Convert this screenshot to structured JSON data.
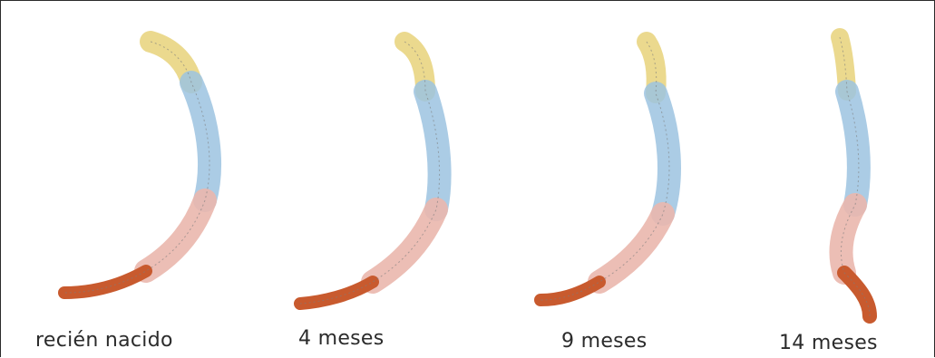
{
  "figure": {
    "stages": [
      {
        "label": "recién nacido"
      },
      {
        "label": "4 meses"
      },
      {
        "label": "9 meses"
      },
      {
        "label": "14 meses"
      }
    ]
  },
  "colors": {
    "cervical": "#e8d27a",
    "thoracic": "#9cc3e0",
    "lumbar": "#eab7ad",
    "sacral": "#c85a2e",
    "outline": "#7d7d7d",
    "frame": "#2a2a2a"
  }
}
